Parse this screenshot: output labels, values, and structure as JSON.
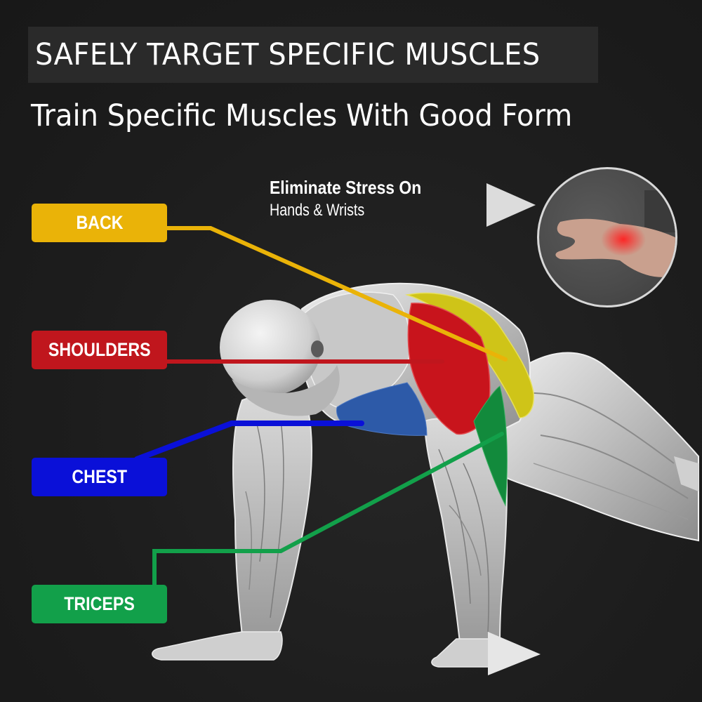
{
  "header": {
    "title": "SAFELY TARGET SPECIFIC MUSCLES",
    "subtitle": "Train Specific Muscles With Good Form"
  },
  "callout": {
    "title": "Eliminate Stress On",
    "subtitle": "Hands & Wrists",
    "arrow_icon": "play-arrow-icon",
    "inset_image": "wrist-pain-photo"
  },
  "labels": [
    {
      "id": "back",
      "text": "BACK",
      "color": "#eab308"
    },
    {
      "id": "shoulders",
      "text": "SHOULDERS",
      "color": "#c0161d"
    },
    {
      "id": "chest",
      "text": "CHEST",
      "color": "#0a10d8"
    },
    {
      "id": "triceps",
      "text": "TRICEPS",
      "color": "#12a04a"
    }
  ],
  "colors": {
    "background": "#1c1c1c",
    "title_box": "#2a2a2a",
    "back": "#eab308",
    "shoulders": "#c0161d",
    "chest": "#0a10d8",
    "triceps": "#12a04a",
    "muscle_back": "#cfc418",
    "muscle_shoulder": "#c8141c",
    "muscle_chest": "#2d5aa8",
    "muscle_triceps": "#128a3c"
  }
}
